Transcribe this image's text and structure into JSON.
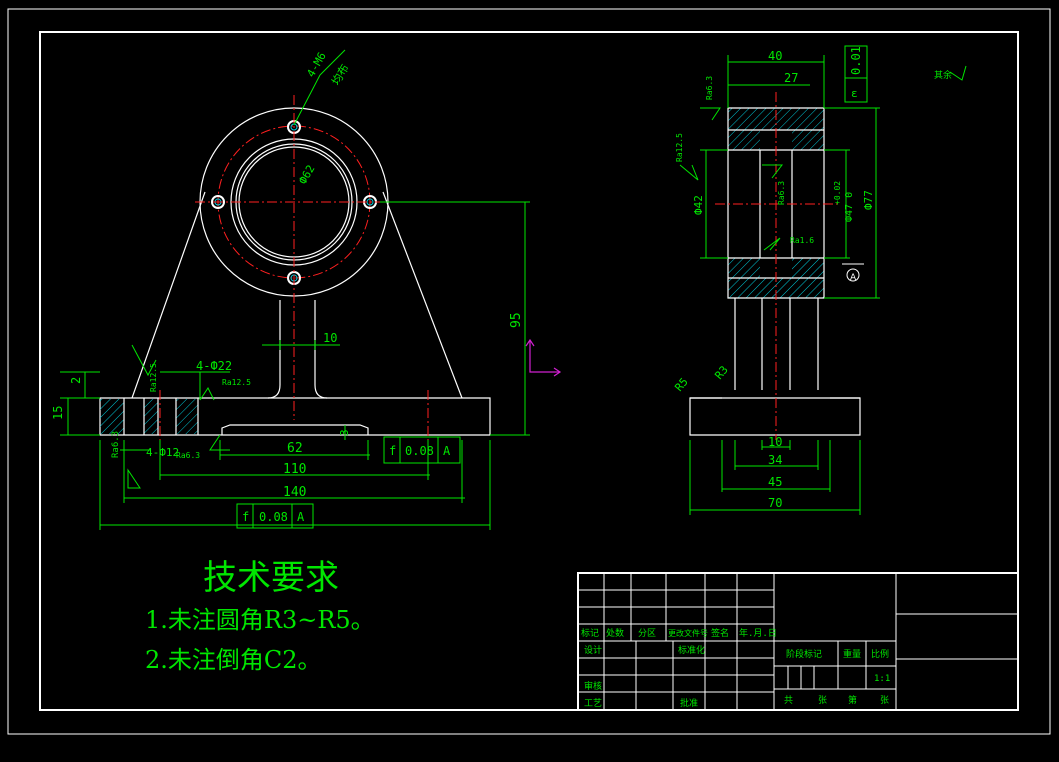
{
  "front": {
    "hole_note_a": "4-Ф22",
    "hole_note_b": "4-Ф12",
    "hole_pattern_top": "4-M6",
    "hole_pattern_bottom": "均布",
    "bore": "Ф62",
    "dims": {
      "d10": "10",
      "d95": "95",
      "d62": "62",
      "d110": "110",
      "d140": "140",
      "d2": "2",
      "d15": "15",
      "d3": "3"
    },
    "ra": {
      "ra125a": "Ra12.5",
      "ra125b": "Ra12.5",
      "ra63a": "Ra6.3",
      "ra63b": "Ra6.3"
    },
    "tol1": {
      "sym": "f",
      "val": "0.08",
      "ref": "A"
    },
    "tol2": {
      "sym": "f",
      "val": "0.08",
      "ref": "A"
    }
  },
  "side": {
    "dims": {
      "d40": "40",
      "d27": "27",
      "d42": "Ф42",
      "d47": "Ф47 0",
      "d47tol": "+0.02",
      "d77": "Ф77",
      "d10": "10",
      "d34": "34",
      "d45": "45",
      "d70": "70",
      "r5": "R5",
      "r3": "R3"
    },
    "ra": {
      "ra63a": "Ra6.3",
      "ra125": "Ra12.5",
      "ra63b": "Ra6.3",
      "ra16": "Ra1.6"
    },
    "flat": {
      "sym": "ε",
      "val": "0.01"
    },
    "datum": "A"
  },
  "rest_note": "其余",
  "requirements": {
    "title": "技术要求",
    "items": [
      "1.未注圆角R3~R5。",
      "2.未注倒角C2。"
    ]
  },
  "titleblock": {
    "row_labels": [
      "标记",
      "处数",
      "分区",
      "更改文件号",
      "签名",
      "年.月.日"
    ],
    "design": "设计",
    "standard": "标准化",
    "review": "审核",
    "craft": "工艺",
    "approve": "批准",
    "stage": "阶段标记",
    "weight": "重量",
    "scale": "比例",
    "scale_val": "1:1",
    "sheets": [
      "共",
      "张",
      "第",
      "张"
    ]
  },
  "colors": {
    "line": "#ffffff",
    "center": "#ff2020",
    "dim": "#00e600",
    "hatch": "#00c8d8",
    "axis": "#d020d0"
  }
}
